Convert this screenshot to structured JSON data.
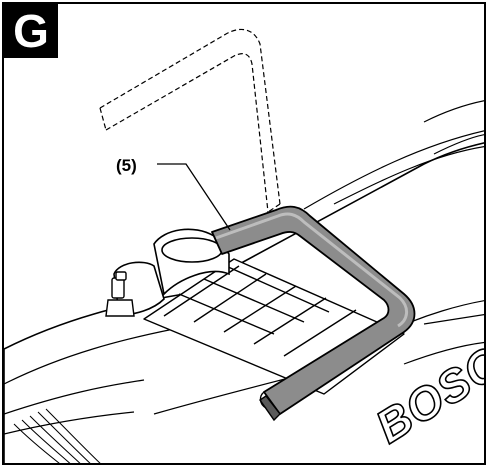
{
  "figure": {
    "badge_letter": "G",
    "callout_label": "(5)",
    "brand_text": "BOSCH"
  },
  "colors": {
    "ink": "#000000",
    "handle_fill": "#8c8c8c",
    "handle_highlight": "#bdbdbd",
    "handle_shadow": "#5a5a5a",
    "body_fill": "#ffffff"
  },
  "icons": [
    "handle-bracket",
    "latch-knob",
    "ventilation-ribs"
  ]
}
